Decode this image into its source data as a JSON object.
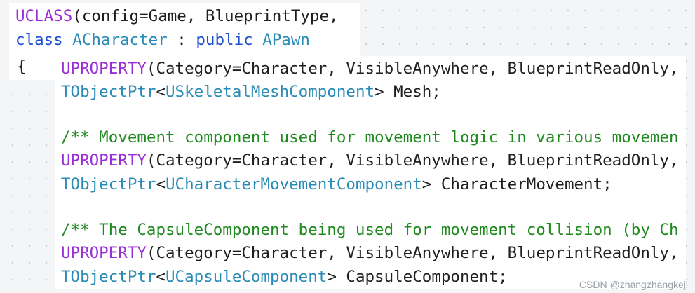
{
  "code": {
    "l1": {
      "macro": "UCLASS",
      "rest": "(config=Game, BlueprintType,"
    },
    "l2": {
      "kw1": "class",
      "type1": "ACharacter",
      "sep": " : ",
      "kw2": "public",
      "type2": "APawn"
    },
    "l3": {
      "brace": "{"
    },
    "l4": {
      "macro": "UPROPERTY",
      "rest": "(Category=Character, VisibleAnywhere, BlueprintReadOnly,"
    },
    "l5": {
      "type1": "TObjectPtr",
      "open": "<",
      "type2": "USkeletalMeshComponent",
      "rest": "> Mesh;"
    },
    "l6": {
      "comment": "/** Movement component used for movement logic in various movemen"
    },
    "l7": {
      "macro": "UPROPERTY",
      "rest": "(Category=Character, VisibleAnywhere, BlueprintReadOnly,"
    },
    "l8": {
      "type1": "TObjectPtr",
      "open": "<",
      "type2": "UCharacterMovementComponent",
      "rest": "> CharacterMovement;"
    },
    "l9": {
      "comment": "/** The CapsuleComponent being used for movement collision (by Ch"
    },
    "l10": {
      "macro": "UPROPERTY",
      "rest": "(Category=Character, VisibleAnywhere, BlueprintReadOnly,"
    },
    "l11": {
      "type1": "TObjectPtr",
      "open": "<",
      "type2": "UCapsuleComponent",
      "rest": "> CapsuleComponent;"
    }
  },
  "watermark": "CSDN @zhangzhangkeji",
  "colors": {
    "macro": "#9a2fd6",
    "keyword": "#1d4fd1",
    "type": "#2a8cb6",
    "comment": "#1f8a1f",
    "text": "#1f1f1f",
    "background": "#f4f5f6"
  }
}
